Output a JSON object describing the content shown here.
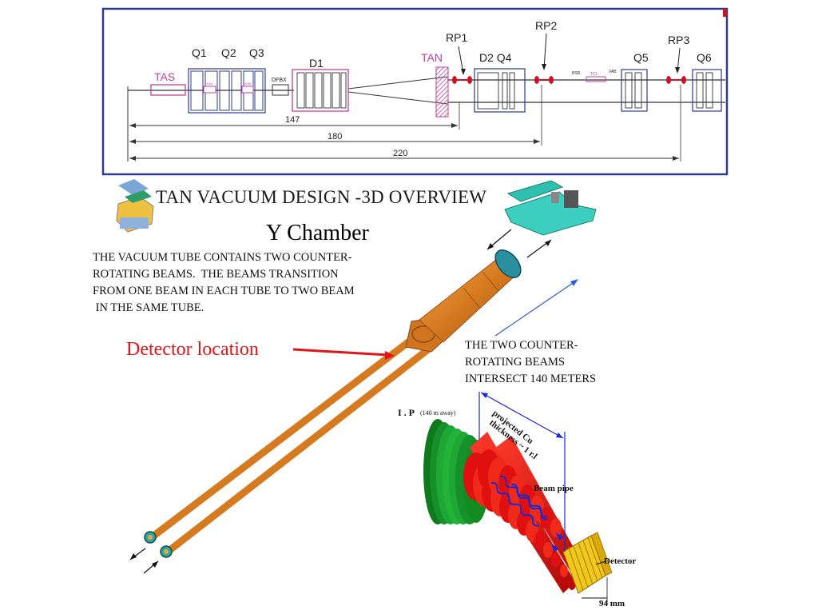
{
  "beamline": {
    "components": {
      "tas": "TAS",
      "q1": "Q1",
      "q2": "Q2",
      "q3": "Q3",
      "tasa": "TASA",
      "tasb": "TASB",
      "dfbx": "DFBX",
      "d1": "D1",
      "tan": "TAN",
      "d2q4": "D2 Q4",
      "bsr": "BSR",
      "tcl": "TCL",
      "vab": "VAB",
      "q5": "Q5",
      "q6": "Q6"
    },
    "roman_pots": {
      "rp1": "RP1",
      "rp2": "RP2",
      "rp3": "RP3"
    },
    "distances": {
      "d147": "147",
      "d180": "180",
      "d220": "220"
    },
    "colors": {
      "frame": "#2e3a8c",
      "tas_tan": "#c0409a",
      "rp": "#d01020",
      "line": "#333333"
    }
  },
  "overview": {
    "title": "TAN VACUUM DESIGN -3D OVERVIEW",
    "y_chamber_label": "Y Chamber",
    "description": "THE VACUUM TUBE CONTAINS TWO COUNTER-\nROTATING BEAMS.  THE BEAMS TRANSITION\nFROM ONE BEAM IN EACH TUBE TO TWO BEAM\n IN THE SAME TUBE.",
    "detector_location_label": "Detector location",
    "intersect_note": "THE TWO COUNTER-\nROTATING BEAMS\nINTERSECT 140 METERS",
    "colors": {
      "tube": "#d87a1e",
      "callout": "#e0141b",
      "arrow": "#2e5bd8"
    }
  },
  "detector_view": {
    "ip_label": "I . P",
    "ip_distance": "(140 m away)",
    "cu_note_line1": "projected Cu",
    "cu_note_line2": "thickness ~ 1 r.l",
    "beam_pipe_label": "Beam pipe",
    "detector_label": "Detector",
    "size_label": "94 mm",
    "colors": {
      "outer_cone": "#1a9a2a",
      "inner_cones": "#e01010",
      "detector": "#f2c81c",
      "photon_path": "#1a2ad0"
    }
  }
}
